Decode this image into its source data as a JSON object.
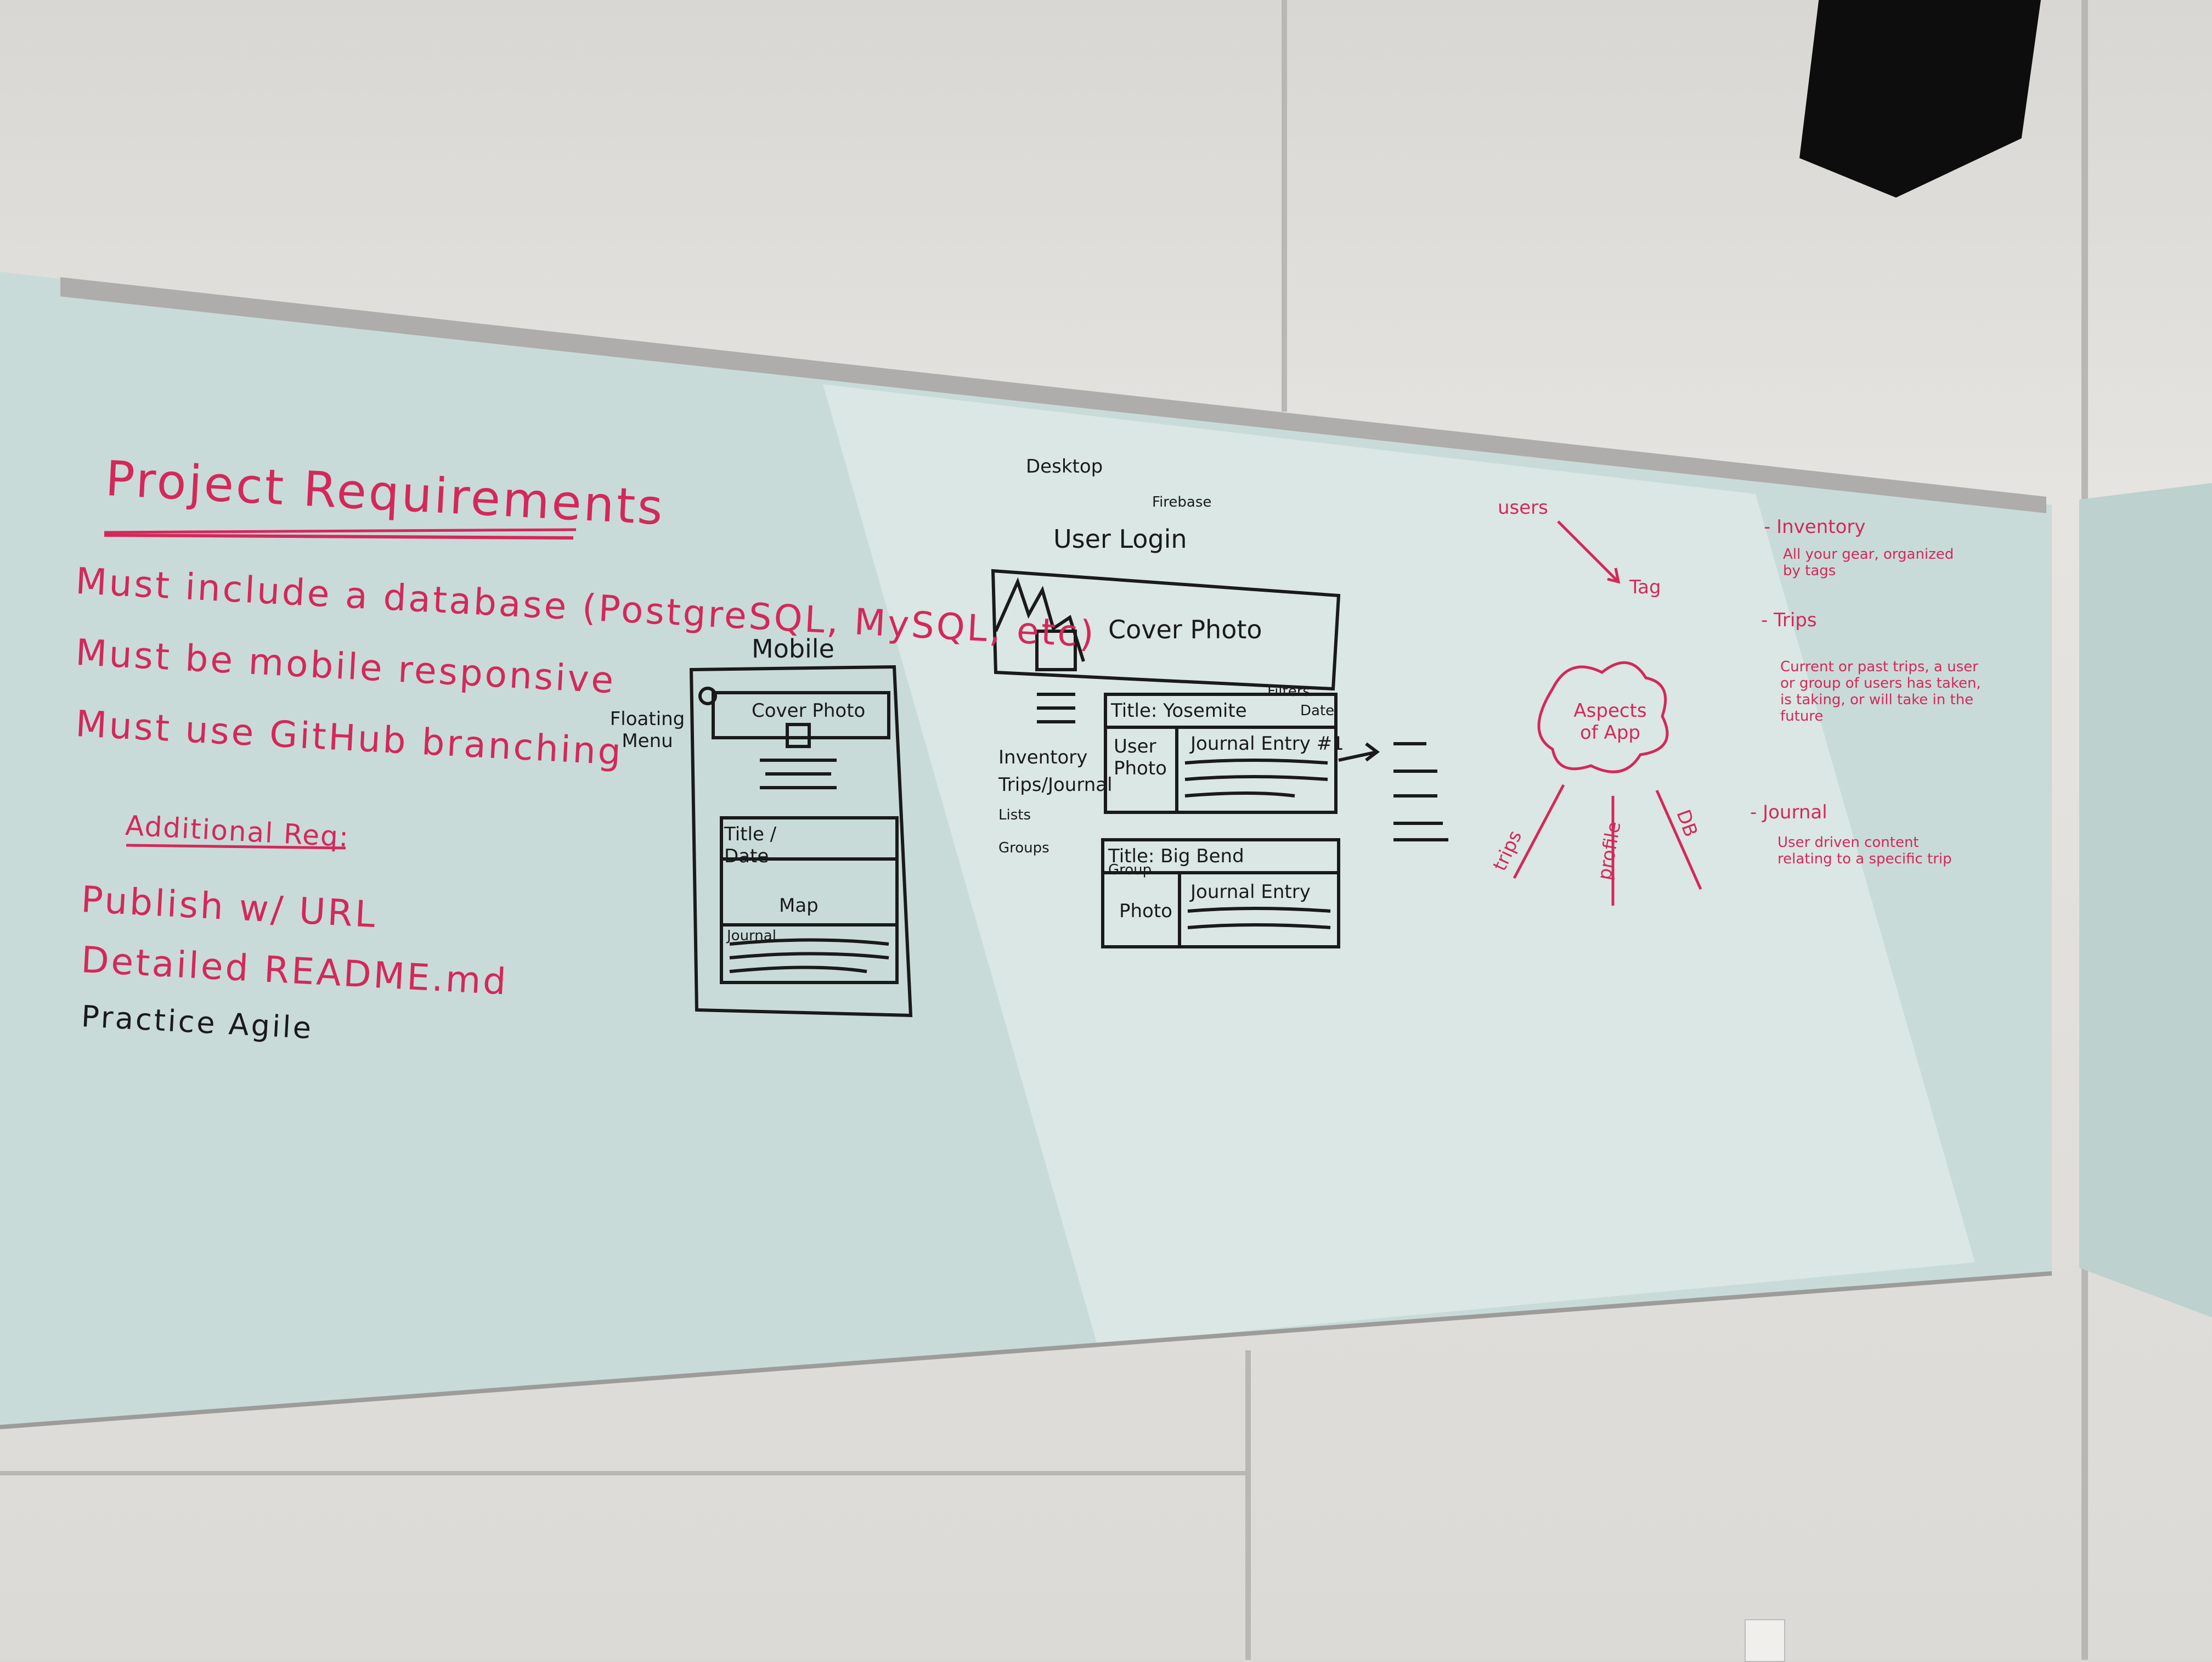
{
  "requirements": {
    "title": "Project Requirements",
    "items": [
      "Must include a database (PostgreSQL, MySQL, etc)",
      "Must be mobile responsive",
      "Must use GitHub branching"
    ],
    "additional_title": "Additional Req:",
    "additional_items": [
      "Publish w/ URL",
      "Detailed README.md",
      "Practice Agile"
    ]
  },
  "mobile_wireframe": {
    "title": "Mobile",
    "floating_menu": "Floating Menu",
    "cover_photo": "Cover Photo",
    "title_date": "Title / Date",
    "map": "Map",
    "journal": "Journal"
  },
  "desktop_wireframe": {
    "title": "Desktop",
    "firebase": "Firebase",
    "user_login": "User Login",
    "cover_photo": "Cover Photo",
    "filters": "Filters",
    "nav": [
      "Inventory",
      "Trips/Journal",
      "Lists",
      "Groups"
    ],
    "card1": {
      "title": "Title: Yosemite",
      "subtitle": "Date",
      "user_photo": "User Photo",
      "journal": "Journal Entry #1"
    },
    "card2": {
      "title": "Title: Big Bend",
      "subtitle": "Group",
      "photo": "Photo",
      "journal": "Journal Entry"
    }
  },
  "aspects": {
    "center": "Aspects of App",
    "users": "users",
    "tag": "Tag",
    "trips": "trips",
    "profile": "profile",
    "db": "DB"
  },
  "notes": {
    "inventory_title": "- Inventory",
    "inventory_body": "All your gear, organized by tags",
    "trips_title": "- Trips",
    "trips_body": "Current or past trips, a user or group of users has taken, is taking, or will take in the future",
    "journal_title": "- Journal",
    "journal_body": "User driven content relating to a specific trip"
  },
  "colors": {
    "board_glass": "#c9dcd9",
    "red_marker": "#d4285a",
    "black_marker": "#1a1a1a",
    "rail": "#a8a8a8"
  }
}
